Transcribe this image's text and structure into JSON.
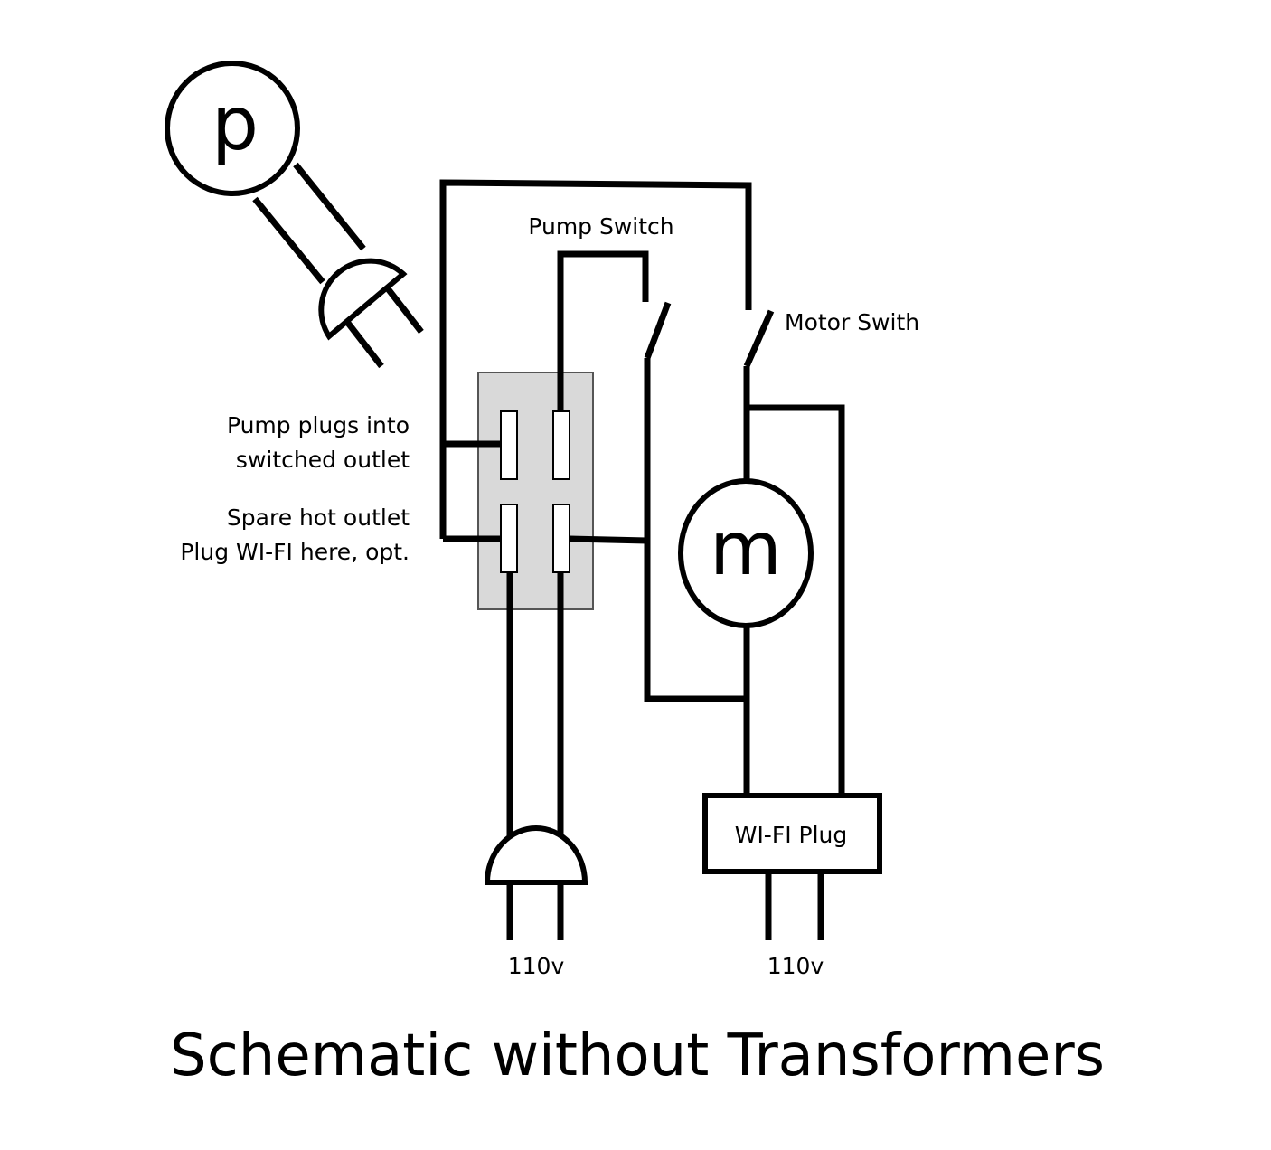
{
  "diagram": {
    "title": "Schematic without Transformers",
    "pump_symbol": "p",
    "motor_symbol": "m",
    "labels": {
      "pump_switch": "Pump Switch",
      "motor_switch": "Motor Swith",
      "pump_outlet_line1": "Pump plugs into",
      "pump_outlet_line2": "switched outlet",
      "spare_outlet_line1": "Spare hot outlet",
      "spare_outlet_line2": "Plug WI-FI here, opt.",
      "wifi_plug": "WI-FI Plug",
      "voltage_left": "110v",
      "voltage_right": "110v"
    },
    "colors": {
      "line": "#000000",
      "outlet_box_fill": "#d9d9d9",
      "outlet_box_stroke": "#555555",
      "background": "#ffffff"
    }
  }
}
